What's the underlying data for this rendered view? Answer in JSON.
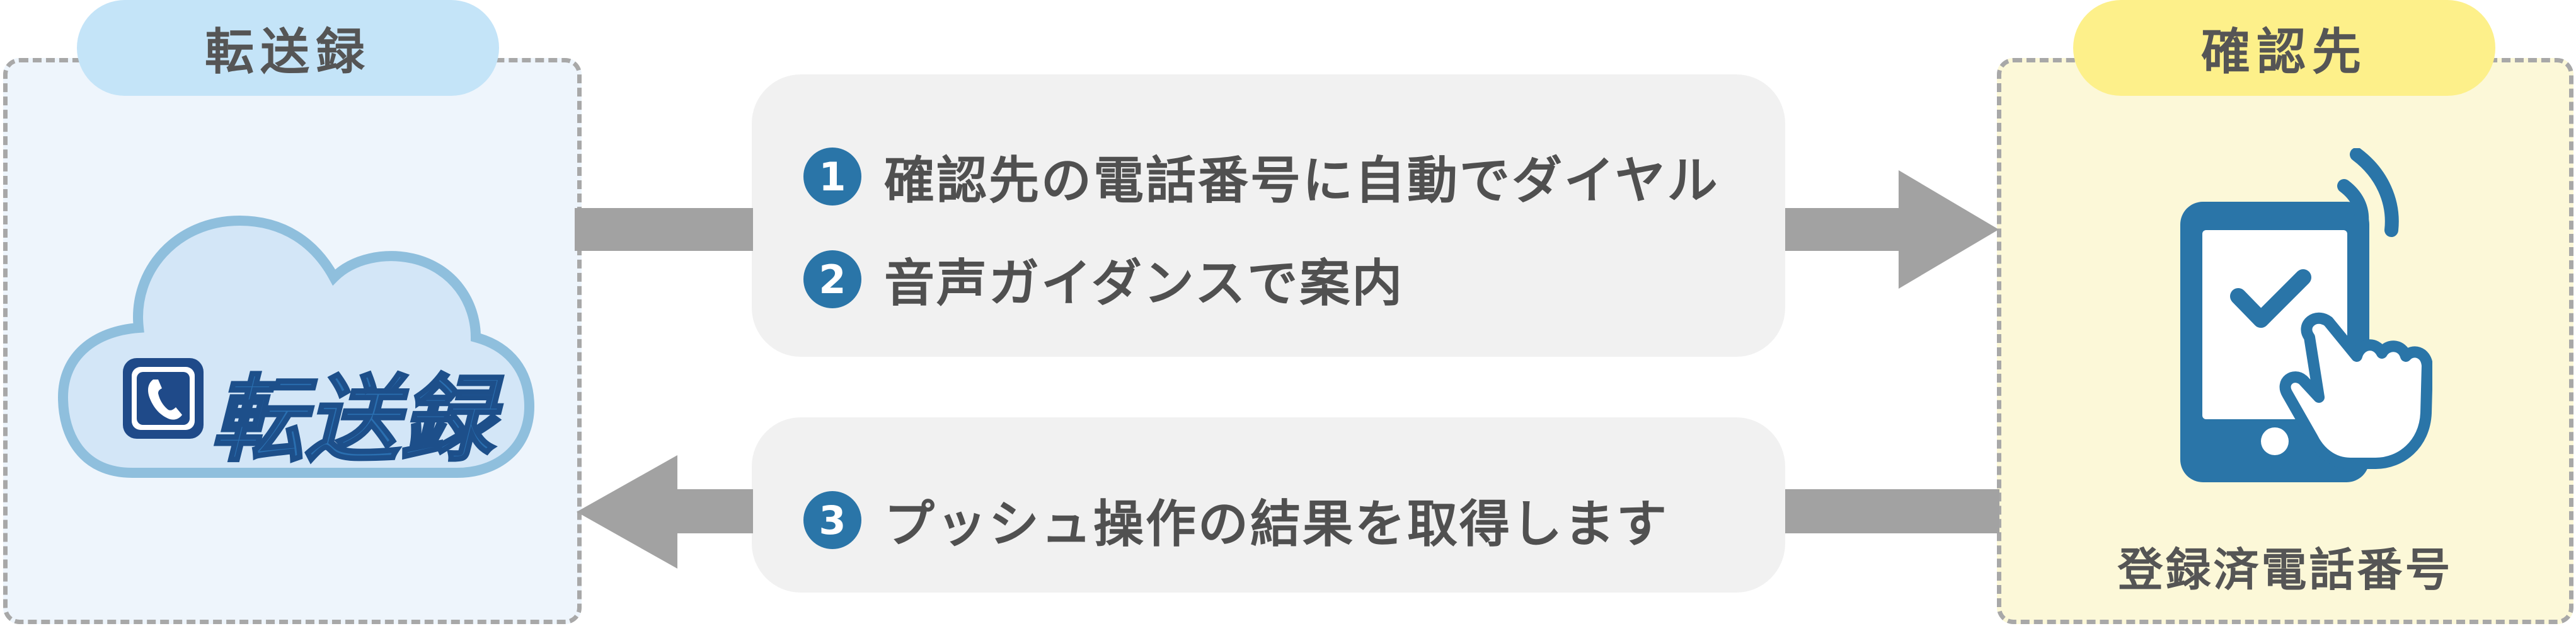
{
  "left_panel": {
    "title": "転送録",
    "logo_text": "転送録",
    "logo_icon": "phone-handset-icon",
    "fill_color": "#eef5fc",
    "pill_color": "#c4e4f8"
  },
  "right_panel": {
    "title": "確認先",
    "device_icon": "smartphone-check-tap-icon",
    "caption": "登録済電話番号",
    "fill_color": "#fcf8d8",
    "pill_color": "#fdf08a"
  },
  "steps": [
    {
      "number": "1",
      "text": "確認先の電話番号に自動でダイヤル"
    },
    {
      "number": "2",
      "text": "音声ガイダンスで案内"
    },
    {
      "number": "3",
      "text": "プッシュ操作の結果を取得します"
    }
  ],
  "colors": {
    "accent_blue": "#2a75a8",
    "arrow_gray": "#a2a2a2",
    "step_box": "#f1f1f1"
  }
}
